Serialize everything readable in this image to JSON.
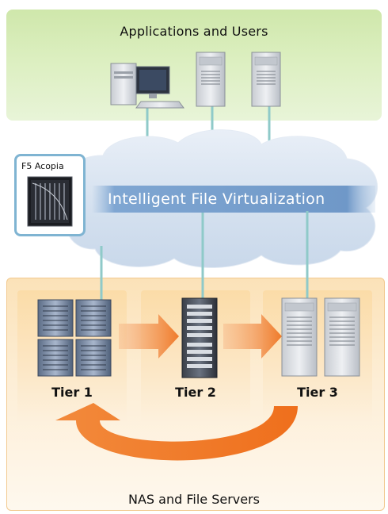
{
  "top_panel": {
    "title": "Applications and Users"
  },
  "cloud": {
    "label": "Intelligent File Virtualization"
  },
  "acopia": {
    "label": "F5 Acopia"
  },
  "tiers": [
    {
      "label": "Tier 1"
    },
    {
      "label": "Tier 2"
    },
    {
      "label": "Tier 3"
    }
  ],
  "bottom_panel": {
    "title": "NAS and File Servers"
  },
  "colors": {
    "top_panel": "#d6ebb6",
    "bottom_panel": "#fce4bd",
    "cloud": "#d5e1ef",
    "cloud_band": "#6f98c8",
    "connector": "#8fcac9",
    "arrow": "#ef7a2a",
    "acopia_frame": "#7fb4d2"
  }
}
